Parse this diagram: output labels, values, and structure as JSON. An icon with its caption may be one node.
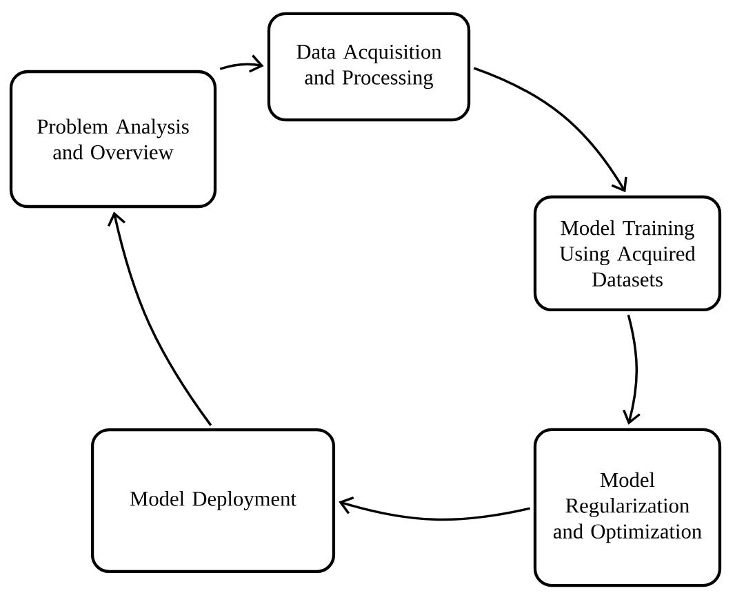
{
  "diagram": {
    "nodes": [
      {
        "text": [
          "Data Acquisition and Processing"
        ]
      },
      {
        "text": [
          "Model Training Using Acquired Datasets"
        ]
      },
      {
        "text": [
          "Model Regularization and Optimization"
        ]
      },
      {
        "text": [
          "Model Deployment"
        ]
      },
      {
        "text": [
          "Problem Analysis and Overview"
        ]
      }
    ],
    "edges": [
      {
        "from": 0,
        "to": 1,
        "arrow": "to"
      },
      {
        "from": 1,
        "to": 2,
        "arrow": "to"
      },
      {
        "from": 2,
        "to": 3,
        "arrow": "to"
      },
      {
        "from": 3,
        "to": 4,
        "arrow": "to"
      },
      {
        "from": 4,
        "to": 0,
        "arrow": "to"
      }
    ]
  }
}
